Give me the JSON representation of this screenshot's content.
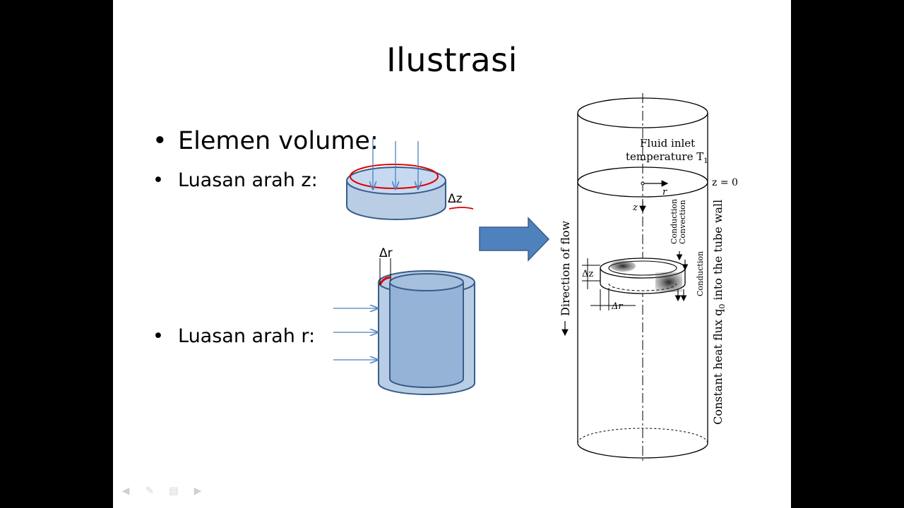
{
  "slide": {
    "title": "Ilustrasi",
    "bullets": [
      {
        "marker": "•",
        "text": "Elemen volume:"
      },
      {
        "marker": "•",
        "text": "Luasan arah z:"
      },
      {
        "marker": "•",
        "text": "Luasan arah r:"
      }
    ]
  },
  "disk_diagram": {
    "dz_label": "Δz"
  },
  "ring_diagram": {
    "dr_label": "Δr"
  },
  "tube_figure": {
    "inlet_line1": "Fluid inlet",
    "inlet_line2": "temperature T",
    "inlet_subscript": "1",
    "z0_label": "z = 0",
    "r_label": "r",
    "z_label": "z",
    "conduction_top": "Conduction",
    "convection": "Convection",
    "conduction_side": "Conduction",
    "dz_label": "Δz",
    "dr_label": "Δr",
    "flow_label": "Direction of flow",
    "wall_label": "Constant heat flux q",
    "wall_subscript": "0",
    "wall_label_end": " into the tube wall"
  },
  "colors": {
    "shape_fill": "#b9cde5",
    "shape_stroke": "#385d8a",
    "arrow_fill": "#4f81bd",
    "highlight": "#e00000"
  },
  "nav_icons": [
    "back-arrow-icon",
    "pen-icon",
    "menu-icon",
    "forward-arrow-icon"
  ]
}
